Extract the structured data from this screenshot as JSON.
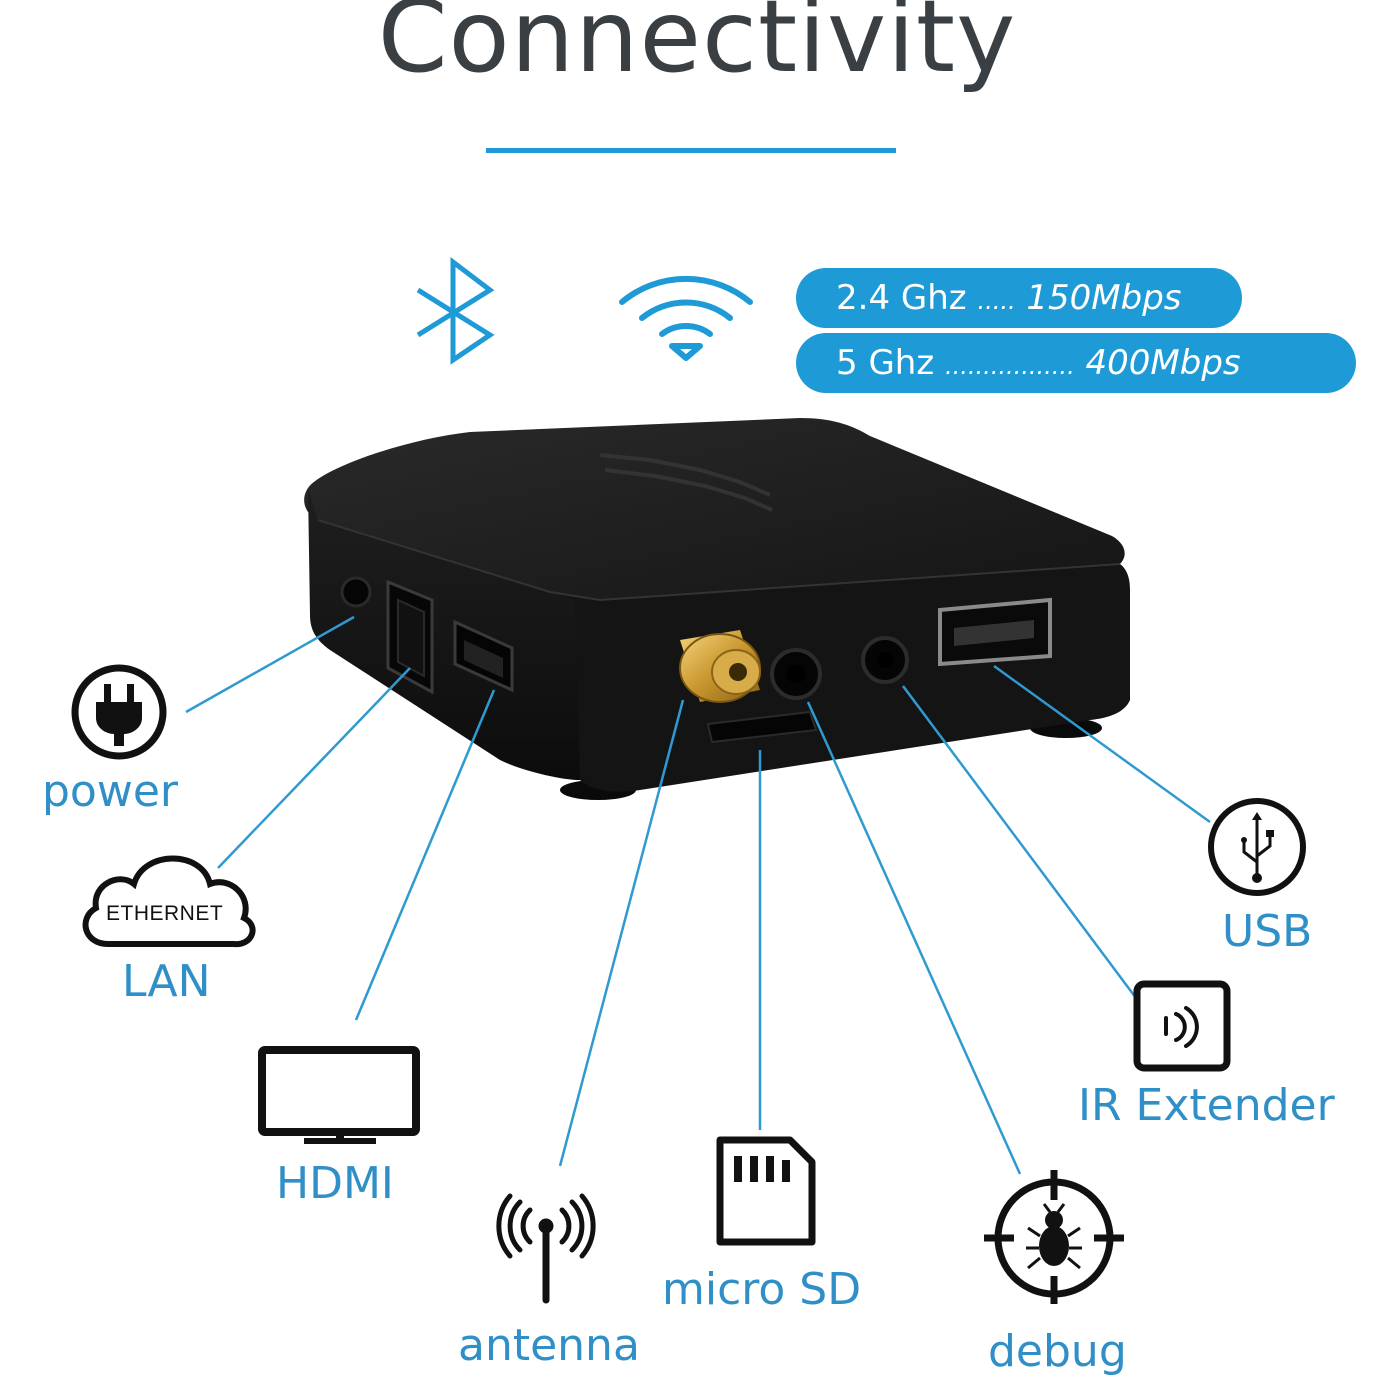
{
  "title": "Connectivity",
  "wifi": {
    "bands": [
      {
        "band": "2.4 Ghz",
        "dots": ".....",
        "rate": "150Mbps"
      },
      {
        "band": "5 Ghz",
        "dots": ".................",
        "rate": "400Mbps"
      }
    ]
  },
  "ports": {
    "power": "power",
    "lan": "LAN",
    "ethernet_icon_text": "ETHERNET",
    "hdmi": "HDMI",
    "antenna": "antenna",
    "micro_sd": "micro SD",
    "debug": "debug",
    "ir_extender": "IR Extender",
    "usb": "USB"
  },
  "icons": [
    "bluetooth-icon",
    "wifi-icon",
    "power-plug-icon",
    "ethernet-cloud-icon",
    "monitor-icon",
    "antenna-icon",
    "sd-card-icon",
    "bug-target-icon",
    "ir-icon",
    "usb-icon"
  ],
  "colors": {
    "accent": "#1e9ad6",
    "label": "#2f8fc6",
    "title": "#3a3f44",
    "device": "#1b1b1b"
  }
}
